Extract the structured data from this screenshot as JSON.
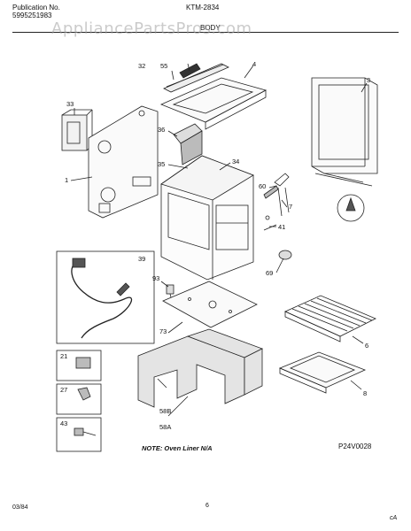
{
  "header": {
    "publication_label": "Publication No.",
    "publication_number": "5995251983",
    "model": "KTM-2834",
    "section": "BODY"
  },
  "watermark": "AppliancePartsPros.com",
  "callouts": [
    "32",
    "55",
    "4",
    "3",
    "33",
    "1",
    "36",
    "35",
    "34",
    "60",
    "7",
    "41",
    "69",
    "39",
    "93",
    "73",
    "6",
    "21",
    "27",
    "43",
    "58B",
    "58A",
    "8"
  ],
  "note": "NOTE: Oven Liner N/A",
  "diagram_code": "P24V0028",
  "footer": {
    "date": "03/84",
    "page": "6",
    "mark": "cA"
  }
}
